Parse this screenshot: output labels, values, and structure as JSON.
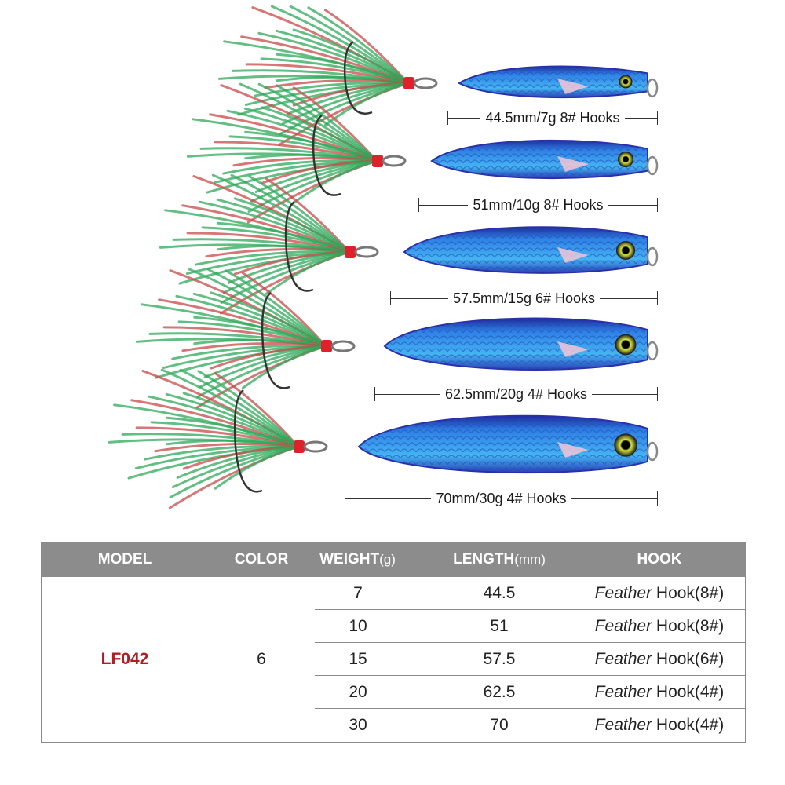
{
  "lures": [
    {
      "label": "44.5mm/7g 8# Hooks"
    },
    {
      "label": "51mm/10g 8# Hooks"
    },
    {
      "label": "57.5mm/15g 6# Hooks"
    },
    {
      "label": "62.5mm/20g 4# Hooks"
    },
    {
      "label": "70mm/30g 4# Hooks"
    }
  ],
  "table": {
    "headers": {
      "model": "MODEL",
      "color": "COLOR",
      "weight": "WEIGHT",
      "weight_unit": "(g)",
      "length": "LENGTH",
      "length_unit": "(mm)",
      "hook": "HOOK"
    },
    "model": "LF042",
    "color": "6",
    "rows": [
      {
        "weight": "7",
        "length": "44.5",
        "hook_style": "Feather",
        "hook_size": " Hook(8#)"
      },
      {
        "weight": "10",
        "length": "51",
        "hook_style": "Feather",
        "hook_size": " Hook(8#)"
      },
      {
        "weight": "15",
        "length": "57.5",
        "hook_style": "Feather",
        "hook_size": " Hook(6#)"
      },
      {
        "weight": "20",
        "length": "62.5",
        "hook_style": "Feather",
        "hook_size": " Hook(4#)"
      },
      {
        "weight": "30",
        "length": "70",
        "hook_style": "Feather",
        "hook_size": " Hook(4#)"
      }
    ]
  },
  "colors": {
    "body_blue": "#2a7fe0",
    "body_dark": "#2b2fa8",
    "feather_green": "#2fa85a",
    "feather_red": "#c84a4a",
    "thread_red": "#e0202a",
    "header_gray": "#8c8c8c",
    "model_red": "#b01e24"
  }
}
